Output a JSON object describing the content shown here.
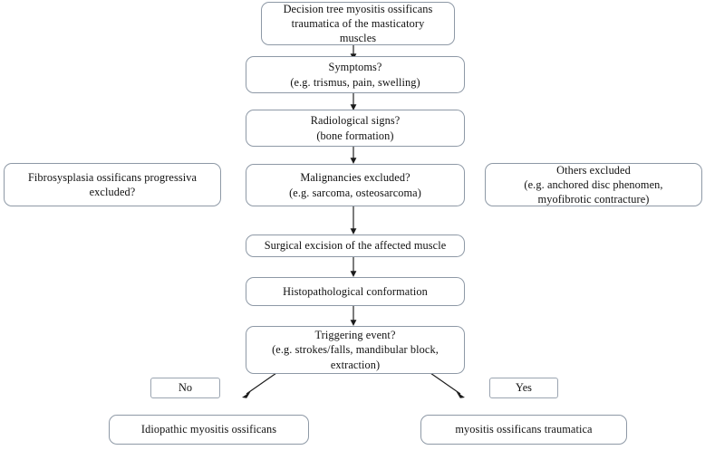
{
  "diagram": {
    "title": "Decision tree myositis ossificans traumatica of the masticatory muscles",
    "nodes": {
      "root": "Decision tree myositis ossificans\ntraumatica of the masticatory\nmuscles",
      "symptoms": "Symptoms?\n(e.g. trismus, pain, swelling)",
      "radiological": "Radiological signs?\n(bone formation)",
      "malignancies": "Malignancies excluded?\n(e.g. sarcoma, osteosarcoma)",
      "fibrosysplasia": "Fibrosysplasia ossificans progressiva\nexcluded?",
      "others": "Others excluded\n(e.g. anchored disc phenomen,\nmyofibrotic contracture)",
      "surgical": "Surgical excision of the affected muscle",
      "histopathological": "Histopathological conformation",
      "triggering": "Triggering event?\n(e.g. strokes/falls, mandibular block,\nextraction)",
      "idiopathic": "Idiopathic myositis ossificans",
      "traumatica": "myositis ossificans traumatica"
    },
    "branch_labels": {
      "no": "No",
      "yes": "Yes"
    },
    "colors": {
      "box_border": "#8e99a6",
      "chip_border": "#9aa4b0",
      "arrow": "#1b1b1b",
      "text": "#101010",
      "background": "#ffffff"
    }
  }
}
